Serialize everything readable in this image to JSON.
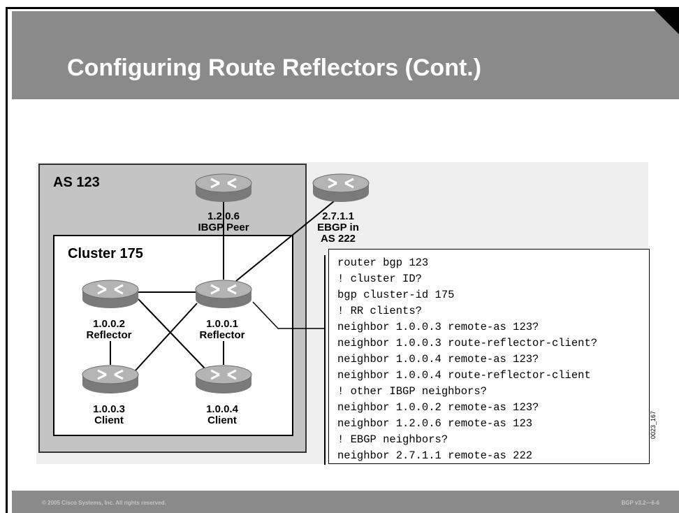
{
  "slide": {
    "title": "Configuring Route Reflectors (Cont.)",
    "footer_left": "© 2005 Cisco Systems, Inc. All rights reserved.",
    "footer_right": "BGP v3.2—6-6"
  },
  "diagram": {
    "as_label": "AS 123",
    "cluster_label": "Cluster 175",
    "nodes": {
      "peer": {
        "address": "1.2.0.6",
        "role": "IBGP Peer"
      },
      "ebgp": {
        "address": "2.7.1.1",
        "role": "EBGP in",
        "role2": "AS 222"
      },
      "reflector_a": {
        "address": "1.0.0.2",
        "role": "Reflector"
      },
      "reflector_b": {
        "address": "1.0.0.1",
        "role": "Reflector"
      },
      "client_a": {
        "address": "1.0.0.3",
        "role": "Client"
      },
      "client_b": {
        "address": "1.0.0.4",
        "role": "Client"
      }
    },
    "figure_id": "0023_167"
  },
  "config": {
    "lines": [
      "router bgp 123",
      "! cluster ID?",
      "bgp cluster-id 175",
      "! RR clients?",
      "neighbor 1.0.0.3 remote-as 123?",
      "neighbor 1.0.0.3 route-reflector-client?",
      "neighbor 1.0.0.4 remote-as 123?",
      "neighbor 1.0.0.4 route-reflector-client",
      "! other IBGP neighbors?",
      "neighbor 1.0.0.2 remote-as 123?",
      "neighbor 1.2.0.6 remote-as 123",
      "! EBGP neighbors?",
      "neighbor 2.7.1.1 remote-as 222"
    ]
  },
  "colors": {
    "title_bar": "#8a8a8a",
    "as_fill": "#c4c4c4",
    "router_top": "#b4b4b4",
    "router_side": "#7a7a7a"
  }
}
